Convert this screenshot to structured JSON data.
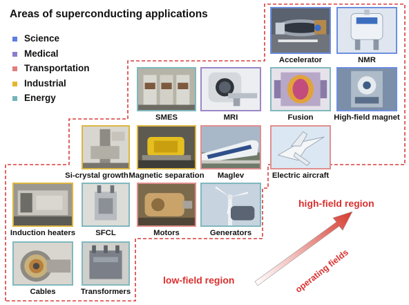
{
  "title": "Areas of superconducting applications",
  "legend": [
    {
      "label": "Science",
      "color": "#5b7ee0"
    },
    {
      "label": "Medical",
      "color": "#8e7ccc"
    },
    {
      "label": "Transportation",
      "color": "#e07f7f"
    },
    {
      "label": "Industrial",
      "color": "#e3b531"
    },
    {
      "label": "Energy",
      "color": "#73b4bb"
    }
  ],
  "applications": {
    "accelerator": {
      "label": "Accelerator",
      "category": "Science"
    },
    "nmr": {
      "label": "NMR",
      "category": "Science"
    },
    "smes": {
      "label": "SMES",
      "category": "Energy"
    },
    "mri": {
      "label": "MRI",
      "category": "Medical"
    },
    "fusion": {
      "label": "Fusion",
      "category": "Energy"
    },
    "high_field_magnet": {
      "label": "High-field magnet",
      "category": "Science"
    },
    "si_crystal": {
      "label": "Si-crystal growth",
      "category": "Industrial"
    },
    "magnetic_separation": {
      "label": "Magnetic separation",
      "category": "Industrial"
    },
    "maglev": {
      "label": "Maglev",
      "category": "Transportation"
    },
    "electric_aircraft": {
      "label": "Electric aircraft",
      "category": "Transportation"
    },
    "induction_heaters": {
      "label": "Induction heaters",
      "category": "Industrial"
    },
    "sfcl": {
      "label": "SFCL",
      "category": "Energy"
    },
    "motors": {
      "label": "Motors",
      "category": "Transportation"
    },
    "generators": {
      "label": "Generators",
      "category": "Energy"
    },
    "cables": {
      "label": "Cables",
      "category": "Energy"
    },
    "transformers": {
      "label": "Transformers",
      "category": "Energy"
    }
  },
  "regions": {
    "high": "high-field region",
    "low": "low-field region"
  },
  "arrow_label": "operating fields"
}
